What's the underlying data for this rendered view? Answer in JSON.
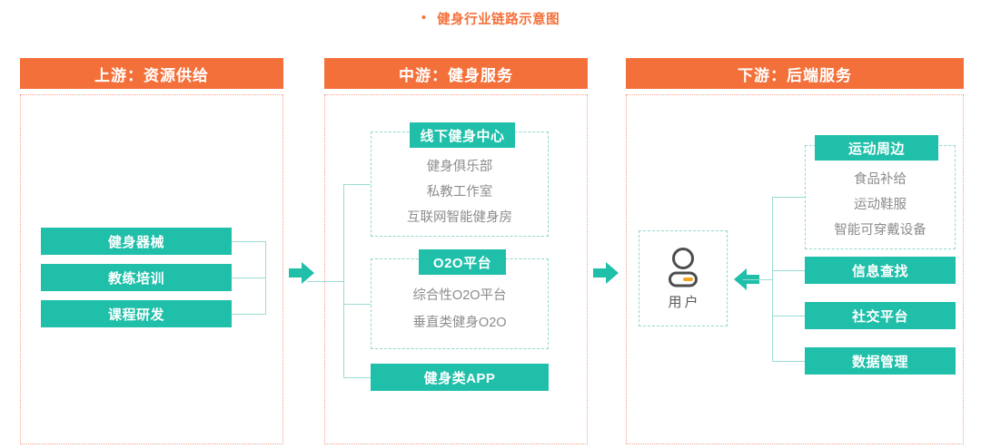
{
  "title": {
    "bullet": "•",
    "text": "健身行业链路示意图",
    "color": "#F4703A"
  },
  "theme": {
    "orange": "#F4703A",
    "teal": "#1FBFA9",
    "teal_light": "#8FD9D0",
    "gray_text": "#8c8c8c",
    "dotted_border": "#F2A08A"
  },
  "columns": [
    {
      "id": "upstream",
      "header": "上游：资源供给",
      "items": [
        {
          "label": "健身器械"
        },
        {
          "label": "教练培训"
        },
        {
          "label": "课程研发"
        }
      ]
    },
    {
      "id": "midstream",
      "header": "中游：健身服务",
      "groups": [
        {
          "header": "线下健身中心",
          "items": [
            "健身俱乐部",
            "私教工作室",
            "互联网智能健身房"
          ]
        },
        {
          "header": "O2O平台",
          "items": [
            "综合性O2O平台",
            "垂直类健身O2O"
          ]
        }
      ],
      "standalone": [
        {
          "label": "健身类APP"
        }
      ]
    },
    {
      "id": "downstream",
      "header": "下游：后端服务",
      "user": {
        "label": "用户",
        "icon": "user-icon"
      },
      "groups": [
        {
          "header": "运动周边",
          "items": [
            "食品补给",
            "运动鞋服",
            "智能可穿戴设备"
          ]
        }
      ],
      "standalone": [
        {
          "label": "信息查找"
        },
        {
          "label": "社交平台"
        },
        {
          "label": "数据管理"
        }
      ]
    }
  ],
  "arrows": [
    {
      "name": "arrow-upstream-to-midstream",
      "direction": "right"
    },
    {
      "name": "arrow-midstream-to-user",
      "direction": "right"
    },
    {
      "name": "arrow-downstream-to-user",
      "direction": "left"
    }
  ]
}
